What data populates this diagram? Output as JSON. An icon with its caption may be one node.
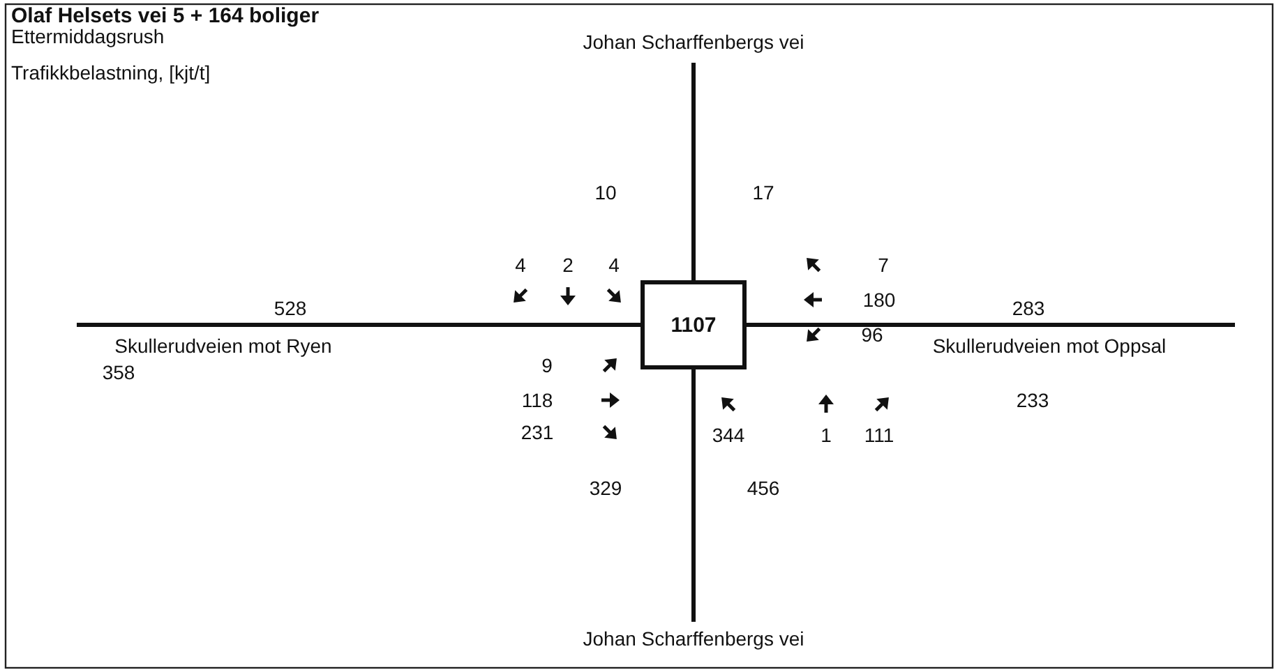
{
  "diagram": {
    "title": "Olaf Helsets vei 5 + 164 boliger",
    "nodes": [
      {
        "text": [
          "1107"
        ]
      }
    ],
    "edges": [],
    "labels": [
      "Ettermiddagsrush",
      "Trafikkbelastning, [kjt/t]",
      "Johan Scharffenbergs vei",
      "10",
      "17",
      "4",
      "2",
      "4",
      "7",
      "528",
      "180",
      "283",
      "96",
      "Skullerudveien mot Ryen",
      "9",
      "Skullerudveien mot Oppsal",
      "358",
      "118",
      "233",
      "231",
      "344",
      "1",
      "111",
      "329",
      "456",
      "Johan Scharffenbergs vei"
    ]
  }
}
